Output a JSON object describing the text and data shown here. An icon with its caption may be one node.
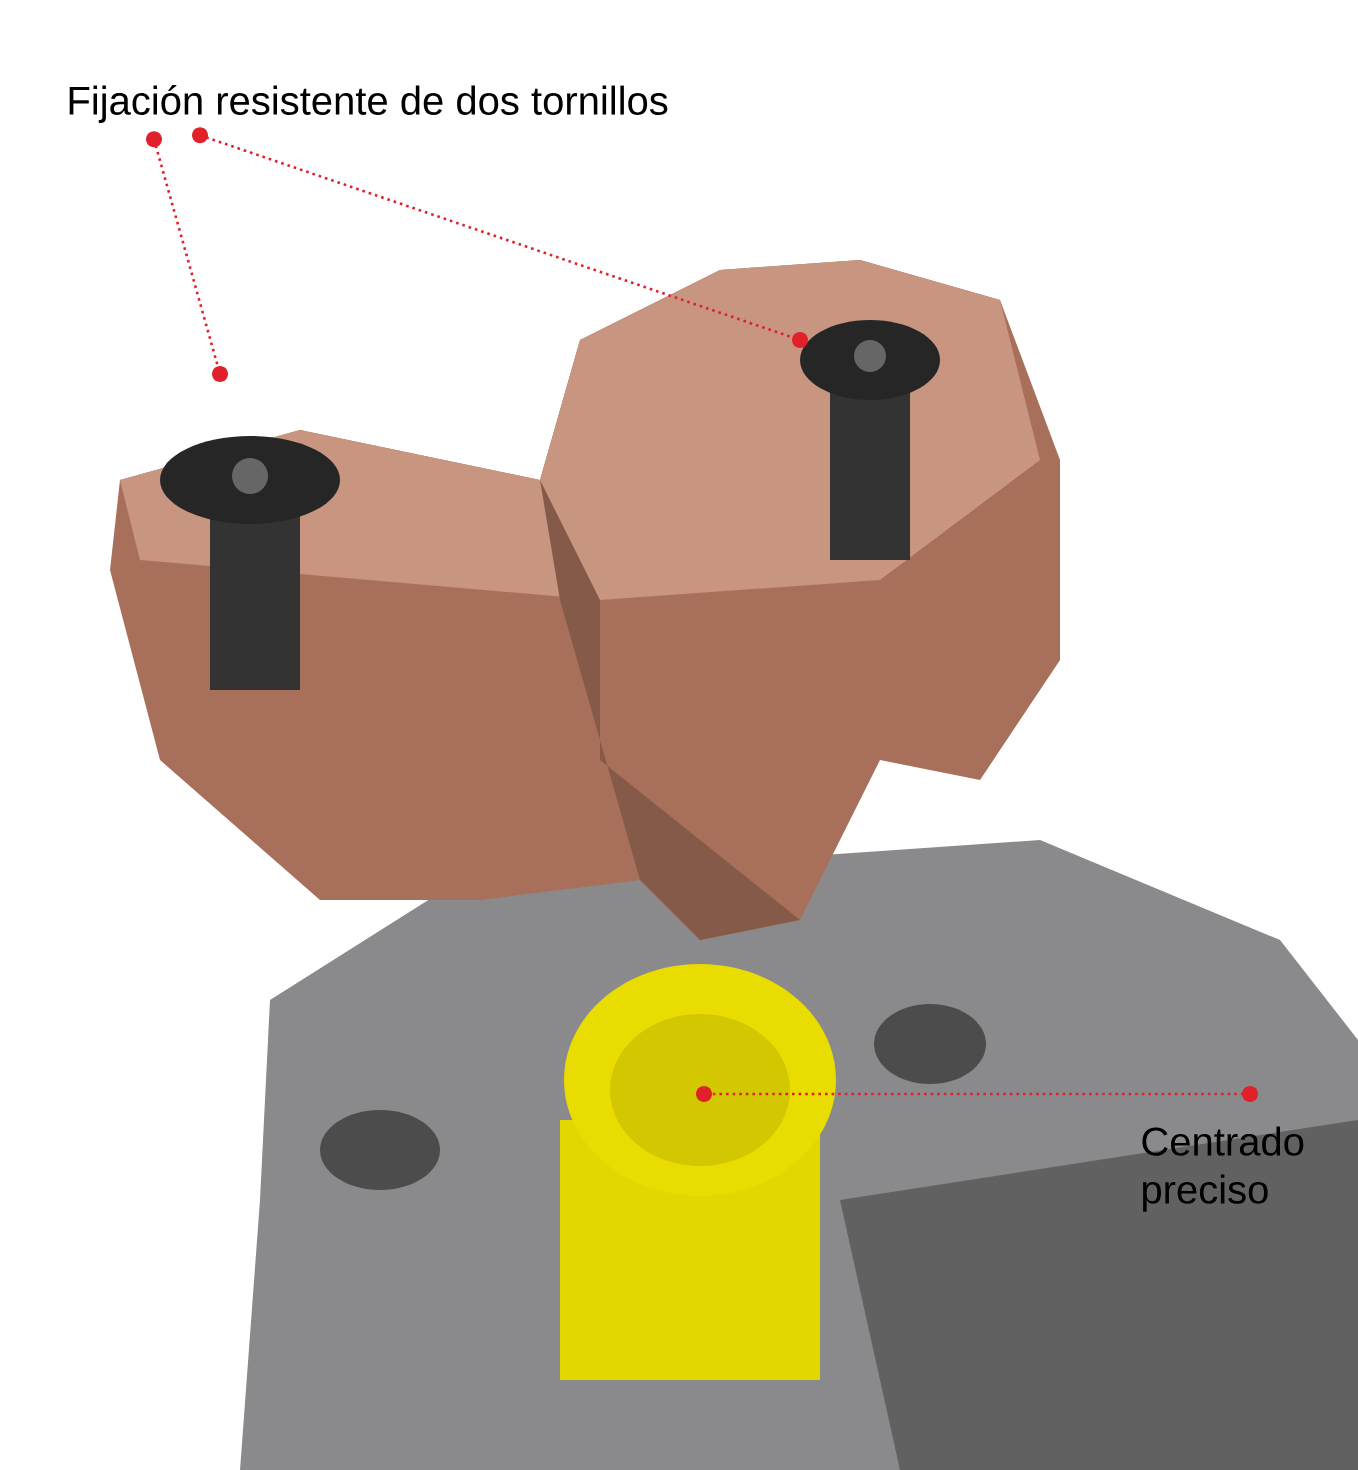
{
  "diagram": {
    "nodes": [
      {
        "text": [
          "Fijación resistente de dos tornillos"
        ]
      },
      {
        "text": [
          "Centrado preciso"
        ]
      }
    ],
    "edges": [
      {
        "from": 0,
        "to": null,
        "arrow": "other"
      },
      {
        "from": 0,
        "to": null,
        "arrow": "other"
      },
      {
        "from": 1,
        "to": null,
        "arrow": "other"
      }
    ]
  }
}
